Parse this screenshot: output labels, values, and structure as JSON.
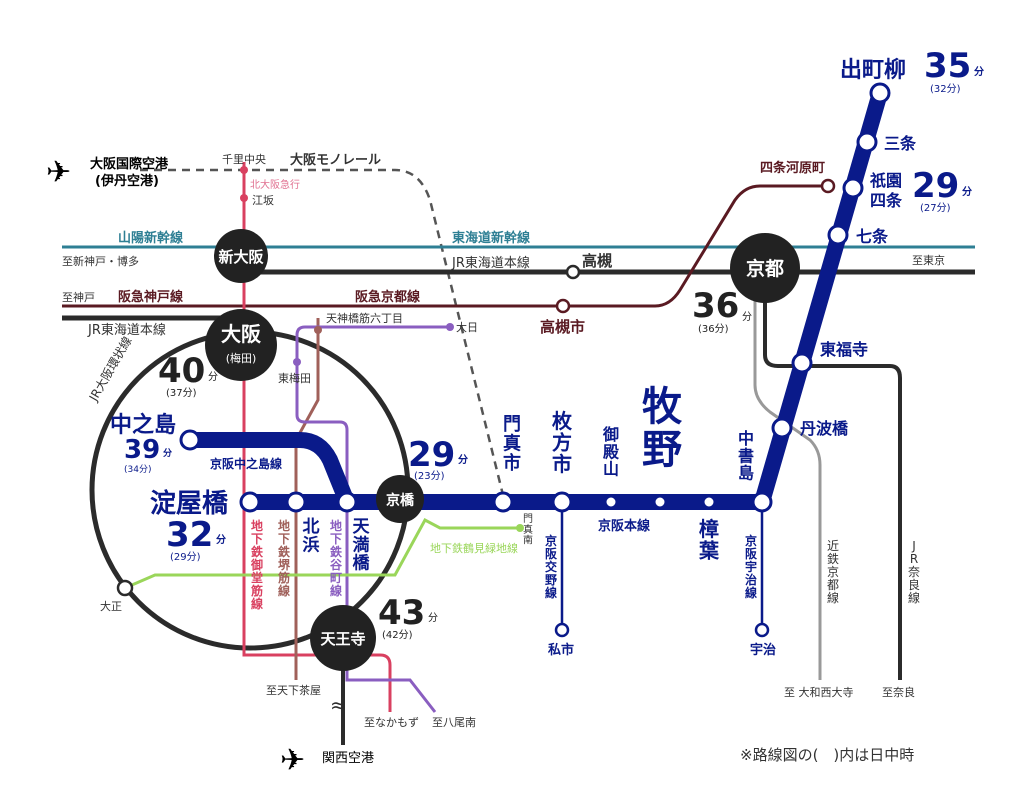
{
  "colors": {
    "keihan": "#0a1a8a",
    "hankyu": "#5a1a22",
    "shinkansen": "#2e7f94",
    "jr": "#2b2b2b",
    "kitakyu": "#d94060",
    "sakaisuji": "#a0605a",
    "tanimachi": "#8a5ec0",
    "green": "#9ad65a",
    "monorail": "#555555",
    "kintetsu": "#999999"
  },
  "airports": {
    "itami": "大阪国際空港",
    "itami_sub": "(伊丹空港)",
    "kansai": "関西空港"
  },
  "lines": {
    "monorail": "大阪モノレール",
    "kitakyu": "北大阪急行",
    "sanyo": "山陽新幹線",
    "tokaido_shin": "東海道新幹線",
    "jr_tokaido_1": "JR東海道本線",
    "jr_tokaido_2": "JR東海道本線",
    "hankyu_kobe": "阪急神戸線",
    "hankyu_kyoto": "阪急京都線",
    "loop": "JR大阪環状線",
    "nakanoshima": "京阪中之島線",
    "main": "京阪本線",
    "katano": "京阪交野線",
    "uji": "京阪宇治線",
    "midosuji": "地下鉄御堂筋線",
    "sakaisuji": "地下鉄堺筋線",
    "tanimachi": "地下鉄谷町線",
    "tsurumi": "地下鉄鶴見緑地線",
    "kintetsu": "近鉄京都線",
    "jr_nara": "JR奈良線"
  },
  "stations": {
    "senri": "千里中央",
    "esaka": "江坂",
    "shin_osaka": "新大阪",
    "osaka": "大阪",
    "umeda": "(梅田)",
    "tenjinbashi": "天神橋筋六丁目",
    "dainichi": "大日",
    "higashiumeda": "東梅田",
    "nakanoshima": "中之島",
    "yodoyabashi": "淀屋橋",
    "kitahama": "北浜",
    "temmabashi": "天満橋",
    "kyobashi": "京橋",
    "kadomashi": "門真市",
    "kadomaminami": "門真南",
    "hirakatashi": "枚方市",
    "gotenyama": "御殿山",
    "hirakata": "牧野",
    "kuzuha": "樟葉",
    "chushojima": "中書島",
    "kisaichi": "私市",
    "uji": "宇治",
    "tambabashi": "丹波橋",
    "tofukuji": "東福寺",
    "shichijo": "七条",
    "gion": "祇園",
    "shijo": "四条",
    "sanjo": "三条",
    "demachi": "出町柳",
    "kyoto": "京都",
    "takatsuki": "高槻",
    "takatsukishi": "高槻市",
    "kawaramachi": "四条河原町",
    "tennoji": "天王寺",
    "taisho": "大正"
  },
  "destinations": {
    "hakata": "至新神戸・博多",
    "kobe": "至神戸",
    "tokyo": "至東京",
    "tengachaya": "至天下茶屋",
    "nakamozu": "至なかもず",
    "yaominami": "至八尾南",
    "yamato": "至 大和西大寺",
    "nara": "至奈良"
  },
  "times": {
    "osaka": {
      "main": "40",
      "unit": "分",
      "sub": "(37分)"
    },
    "nakanoshima": {
      "main": "39",
      "unit": "分",
      "sub": "(34分)"
    },
    "yodoyabashi": {
      "main": "32",
      "unit": "分",
      "sub": "(29分)"
    },
    "kyobashi": {
      "main": "29",
      "unit": "分",
      "sub": "(23分)"
    },
    "tennoji": {
      "main": "43",
      "unit": "分",
      "sub": "(42分)"
    },
    "kyoto": {
      "main": "36",
      "unit": "分",
      "sub": "(36分)"
    },
    "gion": {
      "main": "29",
      "unit": "分",
      "sub": "(27分)"
    },
    "demachi": {
      "main": "35",
      "unit": "分",
      "sub": "(32分)"
    }
  },
  "note": "※路線図の(　)内は日中時"
}
